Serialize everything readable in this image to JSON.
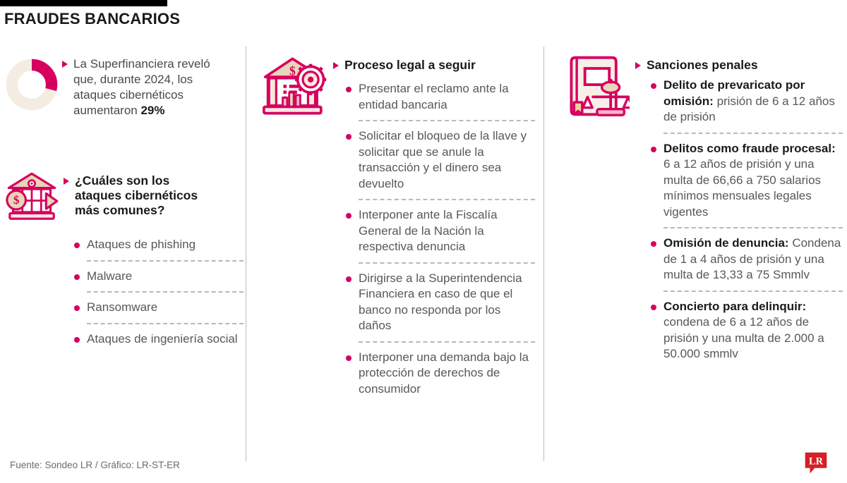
{
  "header": {
    "title": "FRAUDES BANCARIOS",
    "bar_color": "#000000"
  },
  "theme": {
    "accent": "#d6005e",
    "accent_light": "#f4e9e0",
    "text_dark": "#1a1a1a",
    "text_body": "#585858",
    "divider": "#bdbdbd",
    "dash": "#b9b9b9",
    "logo_red": "#d42026"
  },
  "column1": {
    "stat": {
      "icon": "donut-chart-icon",
      "percent": 29,
      "percent_label": "29%",
      "text_before": "La Superfinanciera reveló que, durante 2024, los ataques cibernéticos aumentaron ",
      "full_text": "La Superfinanciera reveló que, durante 2024, los ataques cibernéticos aumentaron 29%"
    },
    "question": {
      "icon": "bank-transfer-icon",
      "heading": "¿Cuáles son los ataques cibernéticos más comunes?"
    },
    "attacks": [
      {
        "label": "Ataques de phishing"
      },
      {
        "label": "Malware"
      },
      {
        "label": "Ransomware"
      },
      {
        "label": "Ataques de ingeniería social"
      }
    ]
  },
  "column2": {
    "icon": "courthouse-gear-icon",
    "heading": "Proceso legal a seguir",
    "steps": [
      {
        "label": "Presentar el reclamo ante la entidad bancaria"
      },
      {
        "label": "Solicitar el bloqueo de la llave y solicitar que se anule la transacción y el dinero sea devuelto"
      },
      {
        "label": "Interponer ante la Fiscalía General de la Nación la respectiva denuncia"
      },
      {
        "label": "Dirigirse a la Superintendencia Financiera en caso de que el banco no responda por los daños"
      },
      {
        "label": "Interponer una demanda bajo la protección de derechos de consumidor"
      }
    ]
  },
  "column3": {
    "icon": "law-book-scales-icon",
    "heading": "Sanciones penales",
    "sanctions": [
      {
        "term": "Delito de prevaricato por omisión:",
        "detail": " prisión de 6 a 12 años de prisión"
      },
      {
        "term": "Delitos como fraude procesal:",
        "detail": " 6 a 12 años de prisión y una multa de 66,66 a 750 salarios mínimos mensuales legales vigentes"
      },
      {
        "term": "Omisión de denuncia:",
        "detail": " Condena de 1 a 4 años de prisión y una multa de 13,33 a 75 Smmlv"
      },
      {
        "term": "Concierto para delinquir:",
        "detail": " condena de 6 a 12 años de prisión y una multa de 2.000 a 50.000 smmlv"
      }
    ]
  },
  "footer": {
    "source": "Fuente: Sondeo LR / Gráfico: LR-ST-ER",
    "logo_text": "LR"
  }
}
